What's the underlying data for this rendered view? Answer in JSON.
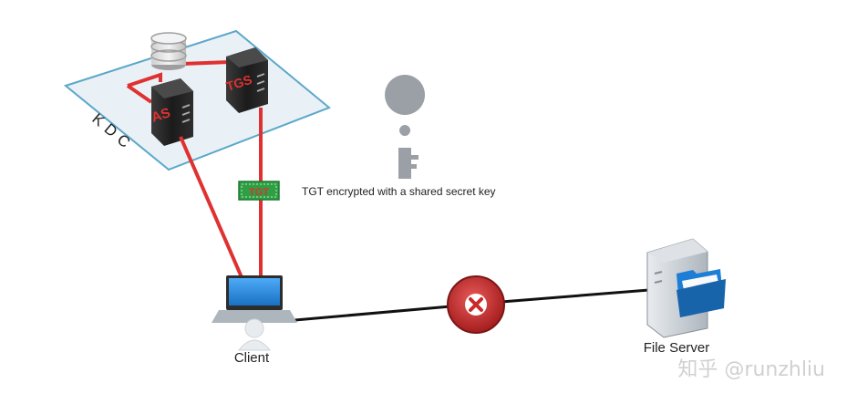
{
  "kdc": {
    "label": "KDC"
  },
  "servers": {
    "as_label": "AS",
    "tgs_label": "TGS"
  },
  "ticket": {
    "label": "TGT"
  },
  "annotation": {
    "text": "TGT encrypted with a shared secret key"
  },
  "client": {
    "label": "Client"
  },
  "file_server": {
    "label": "File Server"
  },
  "watermark": {
    "text": "知乎 @runzhliu"
  },
  "colors": {
    "ticket_path": "#e03131",
    "connection": "#111111",
    "kdc_fill": "#eaf1f6",
    "kdc_border": "#5aa7c9",
    "block_fill": "#c92a2a",
    "ticket_fill": "#2f9e44",
    "key": "#9aa0a6"
  }
}
